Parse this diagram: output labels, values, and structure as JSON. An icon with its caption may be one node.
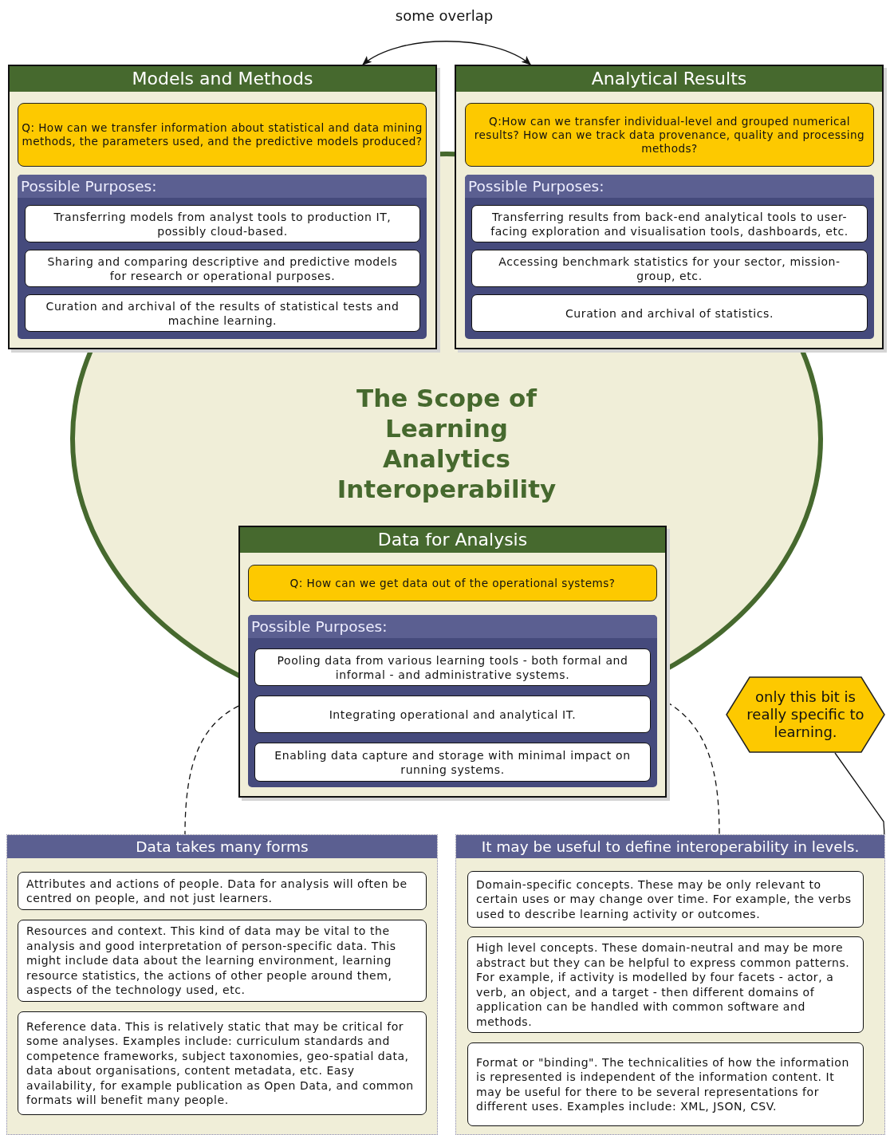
{
  "diagram": {
    "title": "The Scope of Learning Analytics Interoperability",
    "nodes": [
      {
        "text": [
          "Models and Methods"
        ]
      },
      {
        "text": [
          "Q: How can we transfer information about statistical and data mining methods, the parameters used, and the predictive models produced?"
        ],
        "in": 0
      },
      {
        "text": [
          "Possible Purposes:"
        ],
        "in": 0
      },
      {
        "text": [
          "Transferring models from analyst tools to production IT, possibly cloud-based."
        ],
        "in": 2
      },
      {
        "text": [
          "Sharing and comparing descriptive and predictive models for research or operational purposes."
        ],
        "in": 2
      },
      {
        "text": [
          "Curation and archival of the results of statistical tests and machine learning."
        ],
        "in": 2
      },
      {
        "text": [
          "Analytical Results"
        ]
      },
      {
        "text": [
          "Q:How can we transfer individual-level and grouped numerical results? How can we track data provenance, quality and processing methods?"
        ],
        "in": 6
      },
      {
        "text": [
          "Possible Purposes:"
        ],
        "in": 6
      },
      {
        "text": [
          "Transferring results from back-end analytical tools to user-facing exploration and visualisation tools, dashboards, etc."
        ],
        "in": 8
      },
      {
        "text": [
          "Accessing benchmark statistics for your sector, mission-group, etc."
        ],
        "in": 8
      },
      {
        "text": [
          "Curation and archival of statistics."
        ],
        "in": 8
      },
      {
        "text": [
          "Data for Analysis"
        ]
      },
      {
        "text": [
          "Q: How can we get data out of the operational systems?"
        ],
        "in": 12
      },
      {
        "text": [
          "Possible Purposes:"
        ],
        "in": 12
      },
      {
        "text": [
          "Pooling data from various learning tools - both formal and informal - and administrative systems."
        ],
        "in": 14
      },
      {
        "text": [
          "Integrating operational and analytical IT."
        ],
        "in": 14
      },
      {
        "text": [
          "Enabling data capture and storage with minimal impact on running systems."
        ],
        "in": 14
      },
      {
        "text": [
          "Data takes many forms"
        ]
      },
      {
        "text": [
          "Attributes and actions of people. Data for analysis will often be centred on people, and not just learners."
        ],
        "in": 18
      },
      {
        "text": [
          "Resources and context. This kind of data may be vital to the analysis and good interpretation of person-specific data. This might include data about the learning environment, learning resource statistics, the actions of other people around them, aspects of the technology used, etc."
        ],
        "in": 18
      },
      {
        "text": [
          "Reference data. This is relatively static that may be critical for some analyses. Examples include: curriculum standards and competence frameworks, subject taxonomies, geo-spatial data, data about organisations, content metadata, etc. Easy availability, for example publication as Open Data, and common formats will benefit many people."
        ],
        "in": 18
      },
      {
        "text": [
          "It may be useful to define interoperability in levels."
        ]
      },
      {
        "text": [
          "Domain-specific concepts. These may be only relevant to certain uses or may change over time. For example, the verbs used to describe learning activity or outcomes."
        ],
        "in": 22
      },
      {
        "text": [
          "High level concepts. These domain-neutral and may be more abstract but they can be helpful to express common patterns. For example, if activity is modelled by four facets - actor, a verb, an object, and a target - then different domains of application can be handled with common software and methods."
        ],
        "in": 22
      },
      {
        "text": [
          "Format or \"binding\". The technicalities of how the information is represented is independent of the information content. It may be useful for there to be several representations for different uses. Examples include: XML, JSON, CSV."
        ],
        "in": 22
      },
      {
        "text": [
          "only this bit is really specific to learning."
        ]
      }
    ],
    "edges": [
      {
        "from": 0,
        "to": 6,
        "arrow": "both",
        "label": "some overlap"
      },
      {
        "from": 12,
        "to": 18,
        "arrow": "none",
        "style": "dashed"
      },
      {
        "from": 12,
        "to": 22,
        "arrow": "none",
        "style": "dashed"
      },
      {
        "from": 26,
        "to": 23,
        "arrow": "to"
      }
    ]
  }
}
